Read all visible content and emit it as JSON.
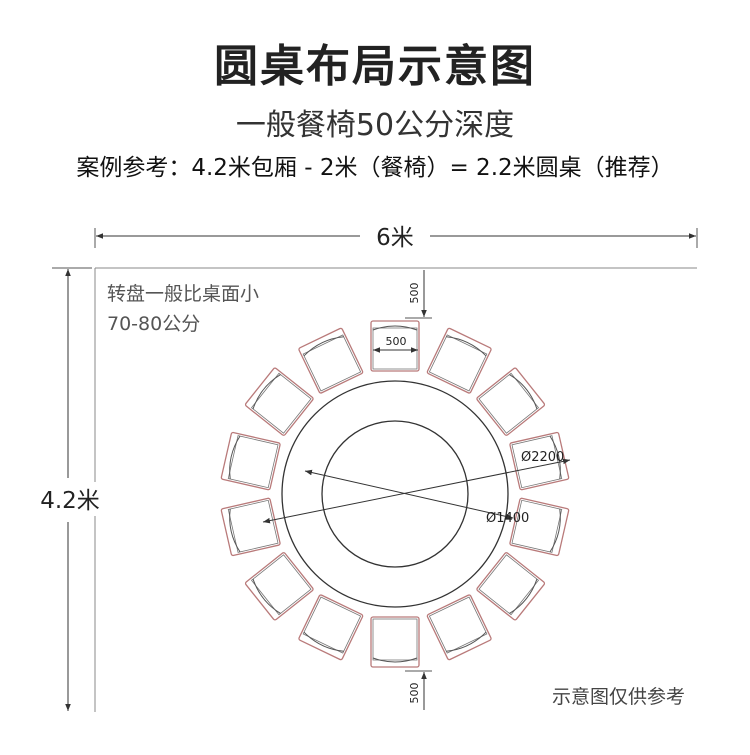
{
  "header": {
    "title": "圆桌布局示意图",
    "subtitle": "一般餐椅50公分深度",
    "example": "案例参考：4.2米包厢 - 2米（餐椅）= 2.2米圆桌（推荐）"
  },
  "dimensions": {
    "room_width": "6米",
    "room_height": "4.2米",
    "chair_depth": "500",
    "chair_width": "500",
    "table_diameter": "Ø2200",
    "turntable_diameter": "Ø1400",
    "chair_depth_bottom": "500"
  },
  "notes": {
    "turntable_line1": "转盘一般比桌面小",
    "turntable_line2": "70-80公分",
    "disclaimer": "示意图仅供参考"
  },
  "layout_info": {
    "chair_count": 14
  },
  "colors": {
    "chair_outline": "#b97a7a",
    "line": "#333333"
  }
}
